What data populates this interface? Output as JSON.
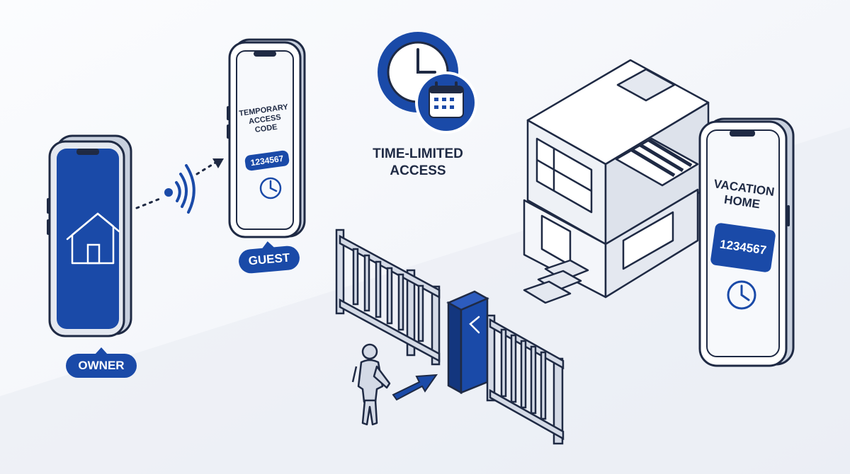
{
  "colors": {
    "brand": "#1a4aa8",
    "outline": "#1f2a44",
    "background": "#f4f6fa"
  },
  "owner_phone": {
    "icon": "house-icon",
    "label": "OWNER"
  },
  "guest_phone": {
    "title_lines": [
      "TEMPORARY",
      "ACCESS",
      "CODE"
    ],
    "code": "1234567",
    "icon": "clock-icon",
    "label": "GUEST"
  },
  "time_limited": {
    "icons": [
      "clock-icon",
      "calendar-icon"
    ],
    "label_lines": [
      "TIME-LIMITED",
      "ACCESS"
    ]
  },
  "vacation_phone": {
    "title_lines": [
      "VACATION",
      "HOME"
    ],
    "code": "1234567",
    "icon": "clock-icon"
  },
  "gate_panel": {
    "icon": "chevron-left-icon"
  }
}
